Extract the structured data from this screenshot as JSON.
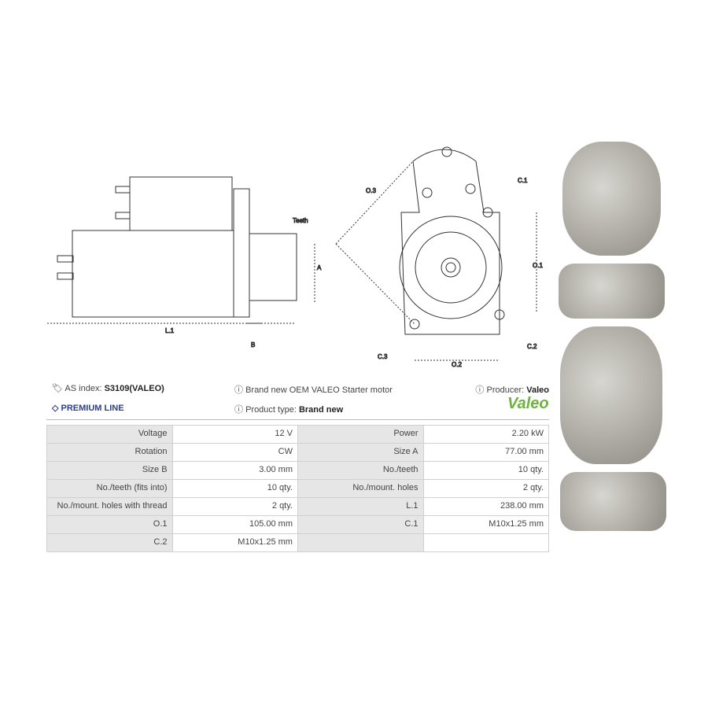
{
  "diagram_labels": {
    "teeth": "Teeth",
    "a": "A",
    "l1": "L.1",
    "b": "B",
    "o3": "O.3",
    "c1": "C.1",
    "o1": "O.1",
    "c2": "C.2",
    "c3": "C.3",
    "o2": "O.2"
  },
  "info": {
    "as_index_label": "AS index:",
    "as_index_value": "S3109(VALEO)",
    "premium": "PREMIUM LINE",
    "description": "Brand new OEM VALEO Starter motor",
    "product_type_label": "Product type:",
    "product_type_value": "Brand new",
    "producer_label": "Producer:",
    "producer_value": "Valeo",
    "logo": "Valeo"
  },
  "specs": [
    [
      "Voltage",
      "12 V",
      "Power",
      "2.20 kW"
    ],
    [
      "Rotation",
      "CW",
      "Size A",
      "77.00 mm"
    ],
    [
      "Size B",
      "3.00 mm",
      "No./teeth",
      "10 qty."
    ],
    [
      "No./teeth (fits into)",
      "10 qty.",
      "No./mount. holes",
      "2 qty."
    ],
    [
      "No./mount. holes with thread",
      "2 qty.",
      "L.1",
      "238.00 mm"
    ],
    [
      "O.1",
      "105.00 mm",
      "C.1",
      "M10x1.25 mm"
    ],
    [
      "C.2",
      "M10x1.25 mm",
      "",
      ""
    ]
  ],
  "colors": {
    "premium": "#2a3f8f",
    "valeo": "#6db33f"
  }
}
